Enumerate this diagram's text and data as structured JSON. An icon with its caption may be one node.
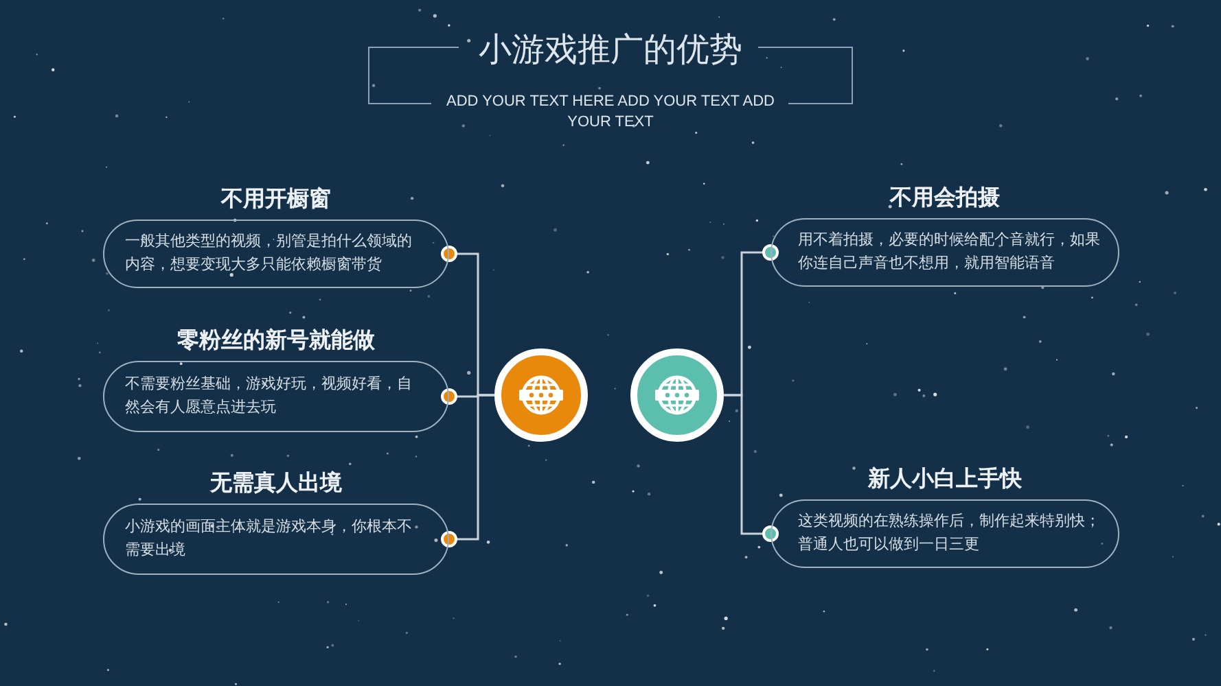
{
  "diagram": {
    "title": "小游戏推广的优势",
    "nodes": [
      {
        "text": [
          "不用开橱窗",
          "一般其他类型的视频，别管是拍什么领域的内容，想要变现大多只能依赖橱窗带货"
        ]
      },
      {
        "text": [
          "零粉丝的新号就能做",
          "不需要粉丝基础，游戏好玩，视频好看，自然会有人愿意点进去玩"
        ]
      },
      {
        "text": [
          "无需真人出境",
          "小游戏的画面主体就是游戏本身，你根本不需要出境"
        ]
      },
      {
        "text": [],
        "shape": "circle"
      },
      {
        "text": [],
        "shape": "circle"
      },
      {
        "text": [
          "不用会拍摄",
          "用不着拍摄，必要的时候给配个音就行，如果你连自己声音也不想用，就用智能语音"
        ]
      },
      {
        "text": [
          "新人小白上手快",
          "这类视频的在熟练操作后，制作起来特别快；普通人也可以做到一日三更"
        ]
      }
    ],
    "edges": [
      {
        "from": 0,
        "to": 3,
        "arrow": "other"
      },
      {
        "from": 1,
        "to": 3,
        "arrow": "other"
      },
      {
        "from": 2,
        "to": 3,
        "arrow": "other"
      },
      {
        "from": 5,
        "to": 4,
        "arrow": "other"
      },
      {
        "from": 6,
        "to": 4,
        "arrow": "other"
      }
    ],
    "labels": [
      "ADD YOUR TEXT HERE ADD YOUR TEXT ADD YOUR TEXT"
    ]
  }
}
